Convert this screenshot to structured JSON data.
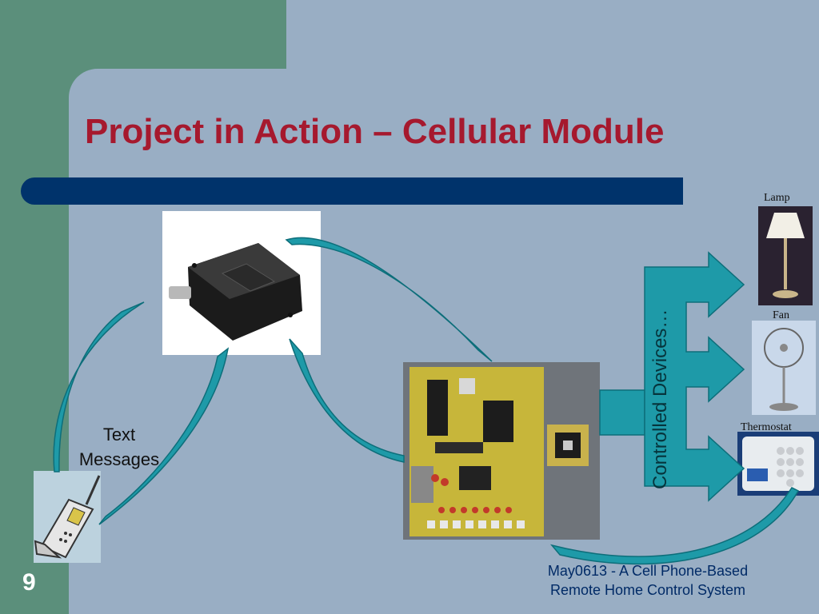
{
  "slide": {
    "title": "Project in Action – Cellular Module",
    "number": "9"
  },
  "labels": {
    "text_messages_line1": "Text",
    "text_messages_line2": "Messages",
    "controlled_devices": "Controlled Devices…",
    "lamp": "Lamp",
    "fan": "Fan",
    "thermostat": "Thermostat"
  },
  "footer": {
    "line1": "May0613  -  A Cell Phone-Based",
    "line2": "Remote Home Control System"
  },
  "colors": {
    "title": "#a6192e",
    "title_bar": "#00336b",
    "sidebar": "#5b8f7b",
    "content_bg": "#99aec4",
    "arrow": "#1e9aa8"
  }
}
